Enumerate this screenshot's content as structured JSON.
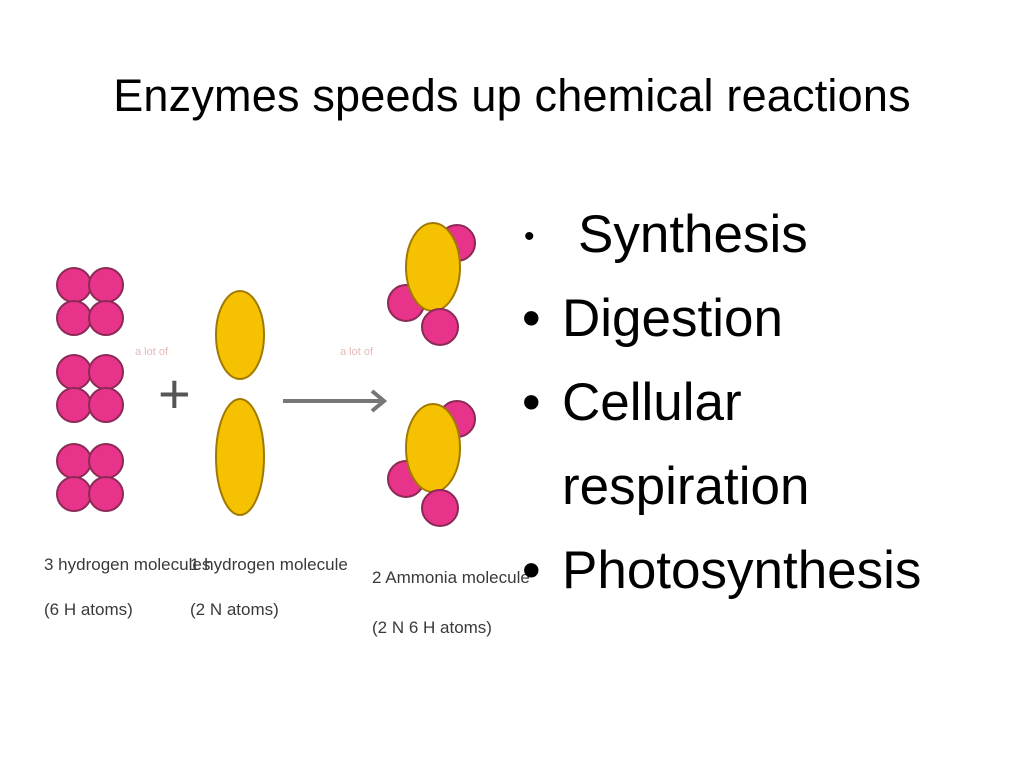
{
  "slide": {
    "title": "Enzymes speeds up chemical reactions",
    "bullets": [
      "Synthesis",
      "Digestion",
      "Cellular respiration",
      "Photosynthesis"
    ]
  },
  "figure": {
    "reactant1": {
      "line1": "3 hydrogen molecules",
      "line2": "(6 H atoms)"
    },
    "plus": "+",
    "reactant2": {
      "line1": "1 hydrogen molecule",
      "line2": "(2 N atoms)"
    },
    "product": {
      "line1": "2 Ammonia molecule",
      "line2": "(2 N 6 H atoms)"
    },
    "colors": {
      "hydrogen": "#e8338b",
      "nitrogen": "#f5c100",
      "outline": "#8a2a55"
    }
  }
}
